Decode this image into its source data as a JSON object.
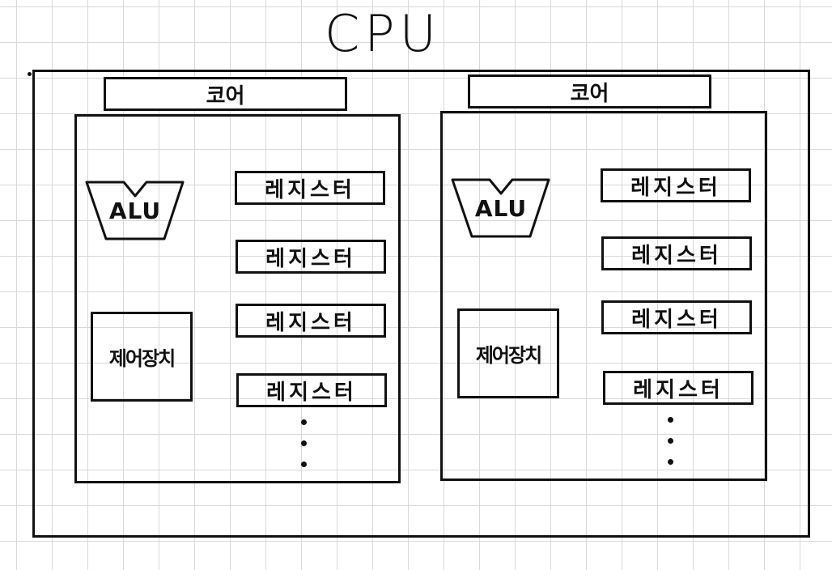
{
  "diagram": {
    "title": "CPU",
    "cores": [
      {
        "label": "코어",
        "alu": "ALU",
        "control_unit": "제어장치",
        "registers": [
          "레지스터",
          "레지스터",
          "레지스터",
          "레지스터"
        ]
      },
      {
        "label": "코어",
        "alu": "ALU",
        "control_unit": "제어장치",
        "registers": [
          "레지스터",
          "레지스터",
          "레지스터",
          "레지스터"
        ]
      }
    ]
  }
}
